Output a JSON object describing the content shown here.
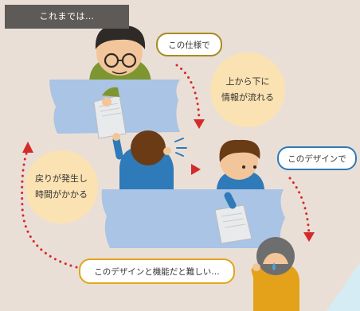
{
  "header": {
    "label": "これまでは…"
  },
  "bubbles": {
    "spec": "この仕様で",
    "design": "このデザインで",
    "difficult": "このデザインと機能だと難しい…"
  },
  "notes": {
    "flow": {
      "line1": "上から下に",
      "line2": "情報が流れる"
    },
    "rework": {
      "line1": "戻りが発生し",
      "line2": "時間がかかる"
    }
  },
  "colors": {
    "background": "#eadfd6",
    "table": "#a9c4e4",
    "arrow_red": "#d42a2a",
    "circle_fill": "#fbe2b2"
  }
}
